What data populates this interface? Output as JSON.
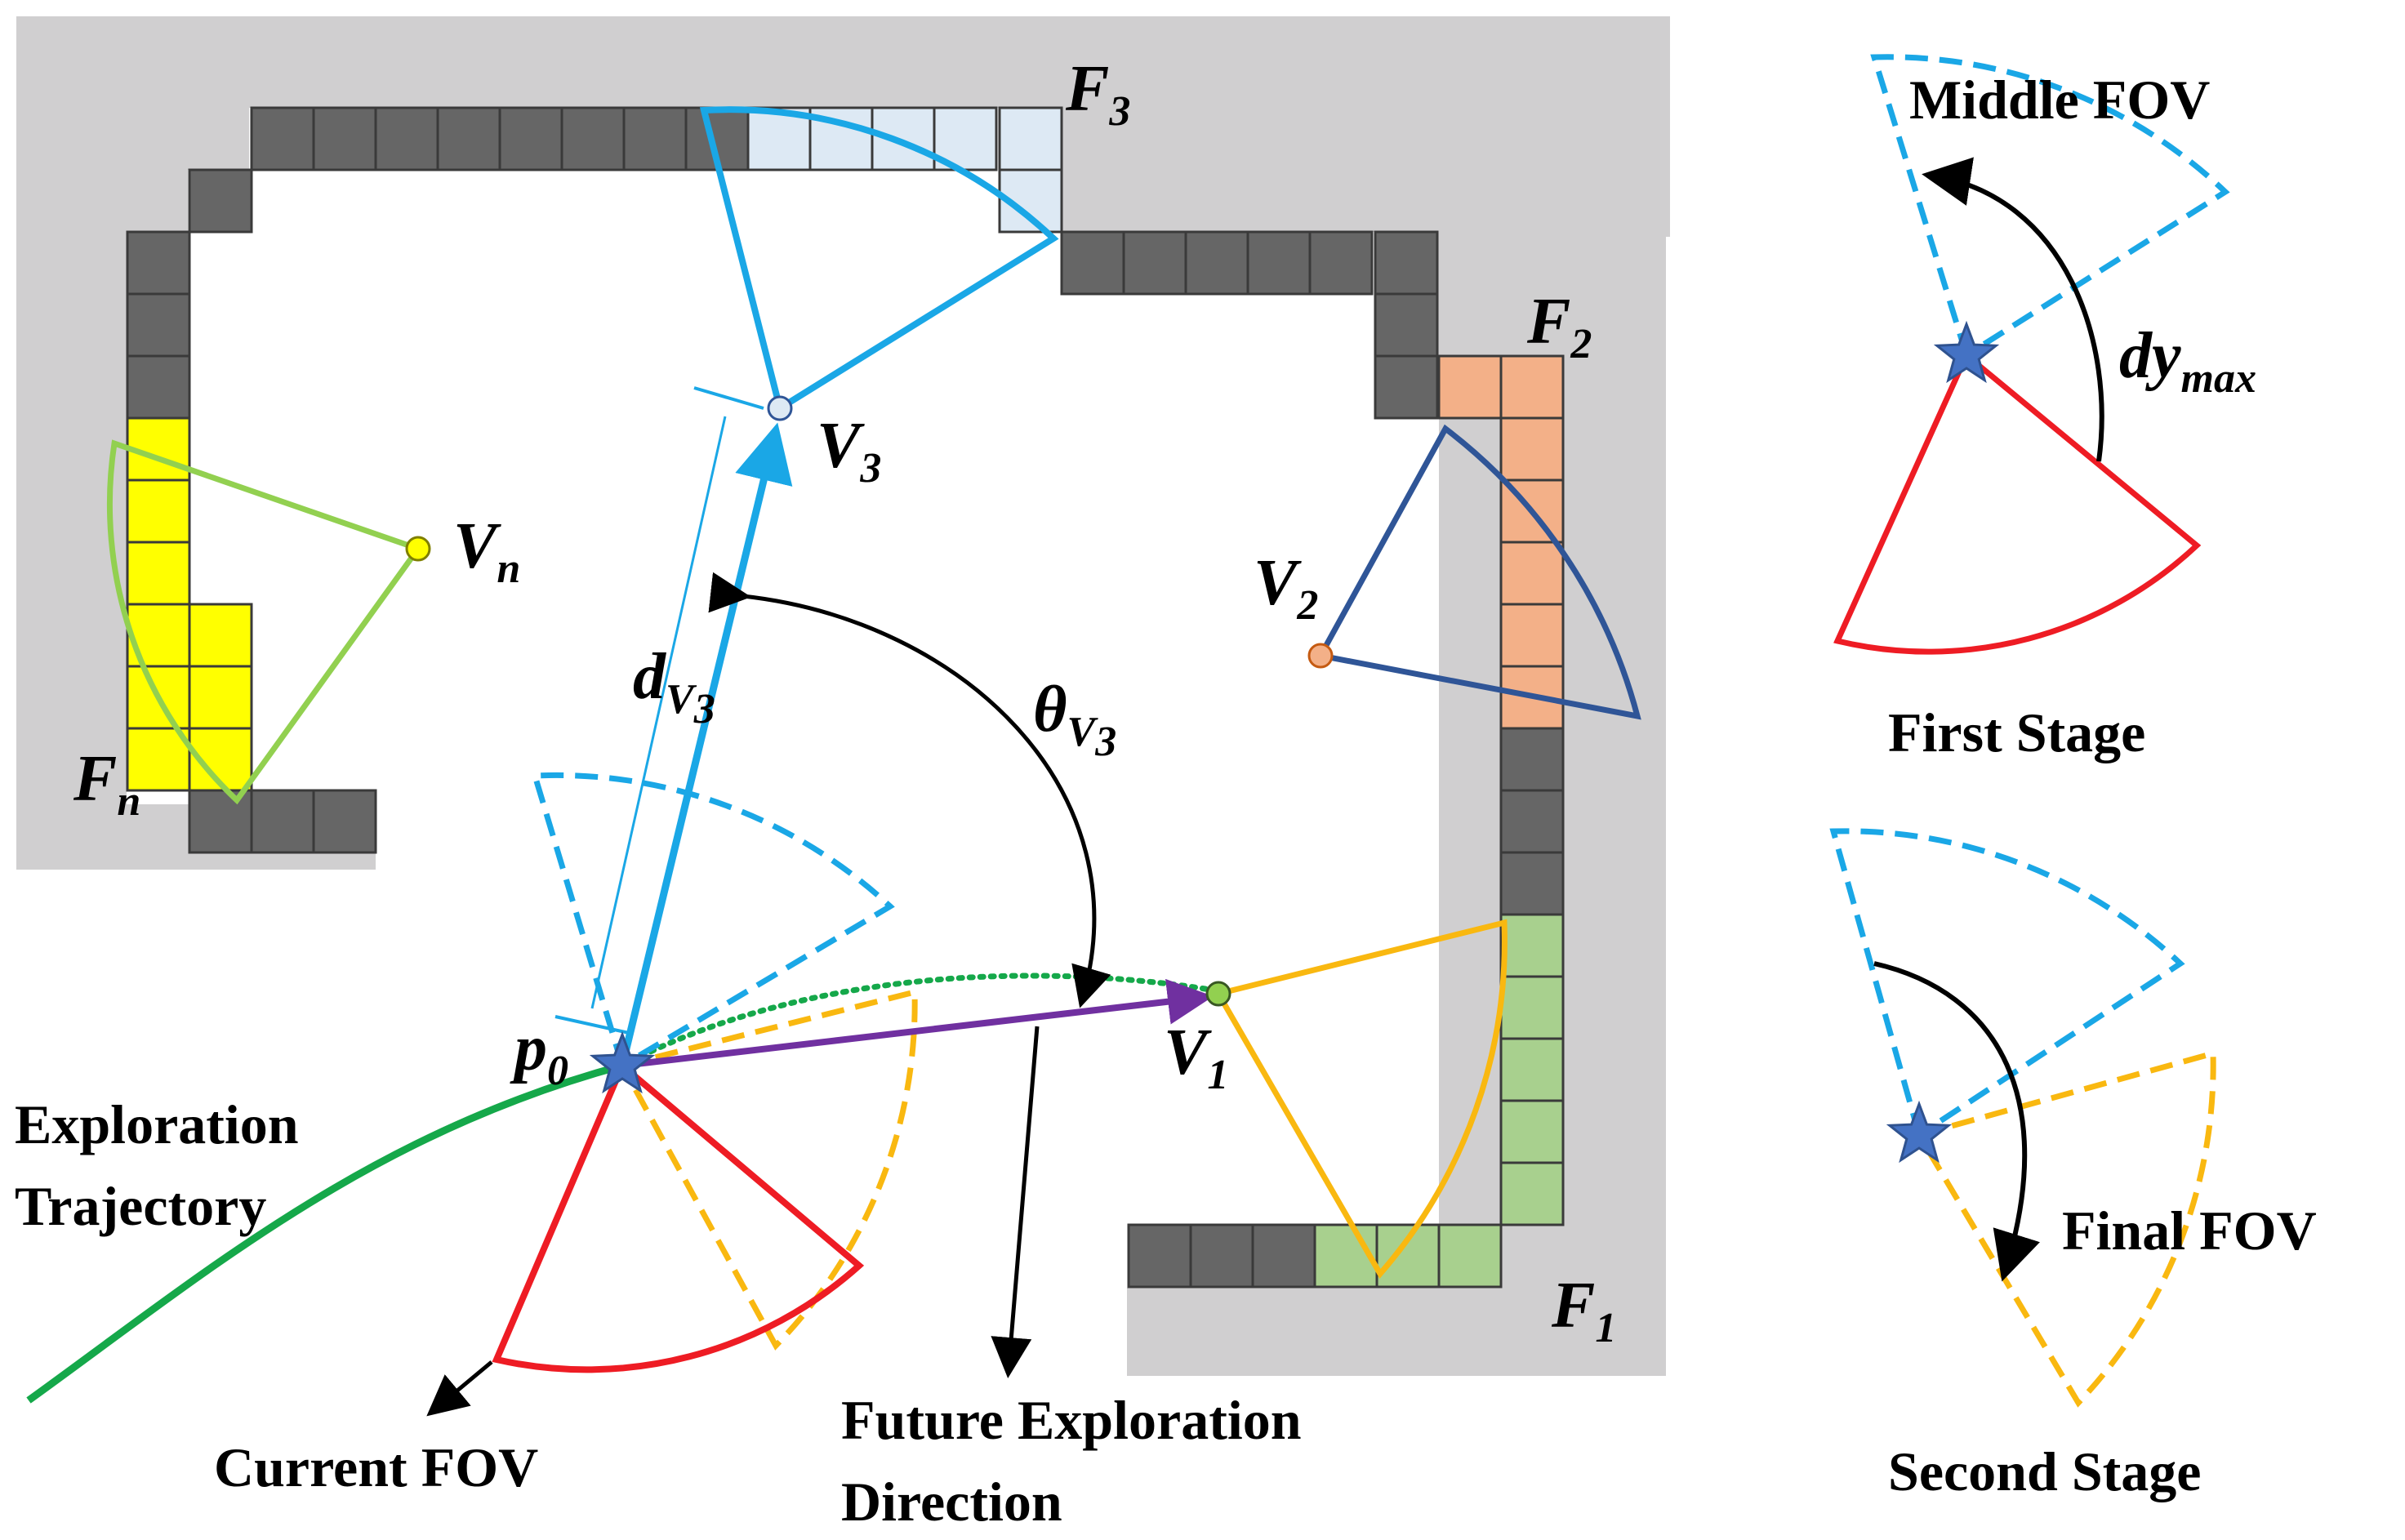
{
  "labels": {
    "f3": {
      "main": "F",
      "sub": "3"
    },
    "f2": {
      "main": "F",
      "sub": "2"
    },
    "f1": {
      "main": "F",
      "sub": "1"
    },
    "fn": {
      "main": "F",
      "sub": "n"
    },
    "v3": {
      "main": "V",
      "sub": "3"
    },
    "v2": {
      "main": "V",
      "sub": "2"
    },
    "v1": {
      "main": "V",
      "sub": "1"
    },
    "vn": {
      "main": "V",
      "sub": "n"
    },
    "p0": {
      "main": "p",
      "sub": "0"
    },
    "dv3": {
      "main": "d",
      "sub": "V",
      "subsub": "3"
    },
    "theta": {
      "main": "θ",
      "sub": "V",
      "subsub": "3"
    },
    "dymax": {
      "main": "dy",
      "sub": "max"
    },
    "exploration_line1": "Exploration",
    "exploration_line2": "Trajectory",
    "current_fov": "Current FOV",
    "future_line1": "Future Exploration",
    "future_line2": "Direction",
    "middle_fov": "Middle FOV",
    "first_stage": "First Stage",
    "final_fov": "Final FOV",
    "second_stage": "Second Stage"
  },
  "colors": {
    "map_bg": "#d0cfd0",
    "wall": "#666666",
    "frontier_f3": "#dde9f4",
    "frontier_f2": "#f3b088",
    "frontier_f1": "#a8d08e",
    "frontier_fn": "#ffff00",
    "fov_current": "#ee1c24",
    "fov_blue": "#1aa7e6",
    "fov_orange": "#f9b810",
    "fov_dark_blue": "#2f5597",
    "fov_green": "#92d050",
    "trajectory": "#15a84a",
    "future_dir": "#7030a0",
    "star": "#4472c4"
  }
}
